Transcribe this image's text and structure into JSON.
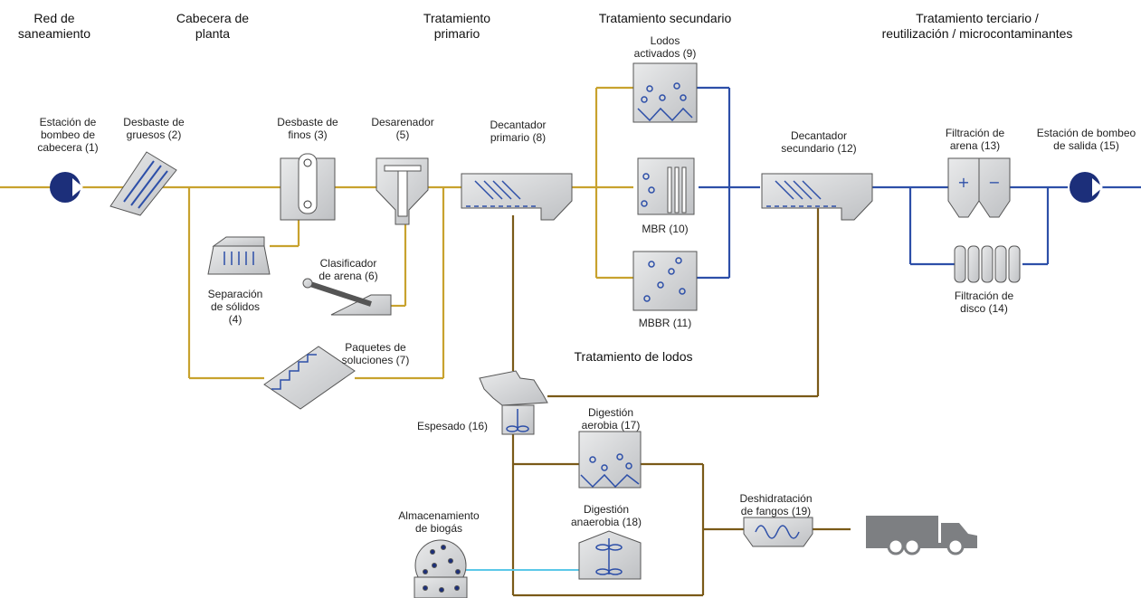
{
  "headers": {
    "col1": "Red de\nsaneamiento",
    "col2": "Cabecera de\nplanta",
    "col3": "Tratamiento\nprimario",
    "col4": "Tratamiento secundario",
    "col5": "Tratamiento terciario /\nreutilización / microcontaminantes",
    "sludge": "Tratamiento de lodos"
  },
  "labels": {
    "pump_in": "Estación de\nbombeo de\ncabecera (1)",
    "coarse": "Desbaste de\ngruesos (2)",
    "fine": "Desbaste de\nfinos (3)",
    "solids": "Separación\nde sólidos\n(4)",
    "degritter": "Desarenador\n(5)",
    "grit_classifier": "Clasificador\nde arena (6)",
    "packages": "Paquetes de\nsoluciones (7)",
    "primary": "Decantador\nprimario (8)",
    "activated": "Lodos\nactivados (9)",
    "mbr": "MBR (10)",
    "mbbr": "MBBR (11)",
    "secondary": "Decantador\nsecundario (12)",
    "sand_filter": "Filtración de\narena (13)",
    "disc_filter": "Filtración de\ndisco (14)",
    "pump_out": "Estación de bombeo\nde salida (15)",
    "thickening": "Espesado (16)",
    "aerobic": "Digestión\naerobia (17)",
    "anaerobic": "Digestión\nanaerobia (18)",
    "biogas": "Almacenamiento\nde biogás",
    "dewatering": "Deshidratación\nde fangos (19)"
  },
  "colors": {
    "raw_line": "#c8a22e",
    "clean_line": "#2d4fa8",
    "sludge_line": "#7a5a18",
    "gas_line": "#5bc8e8",
    "pump": "#1c2f7a",
    "equipment_fill": "#d7d8da",
    "equipment_stroke": "#555555",
    "truck": "#7d7f82"
  }
}
